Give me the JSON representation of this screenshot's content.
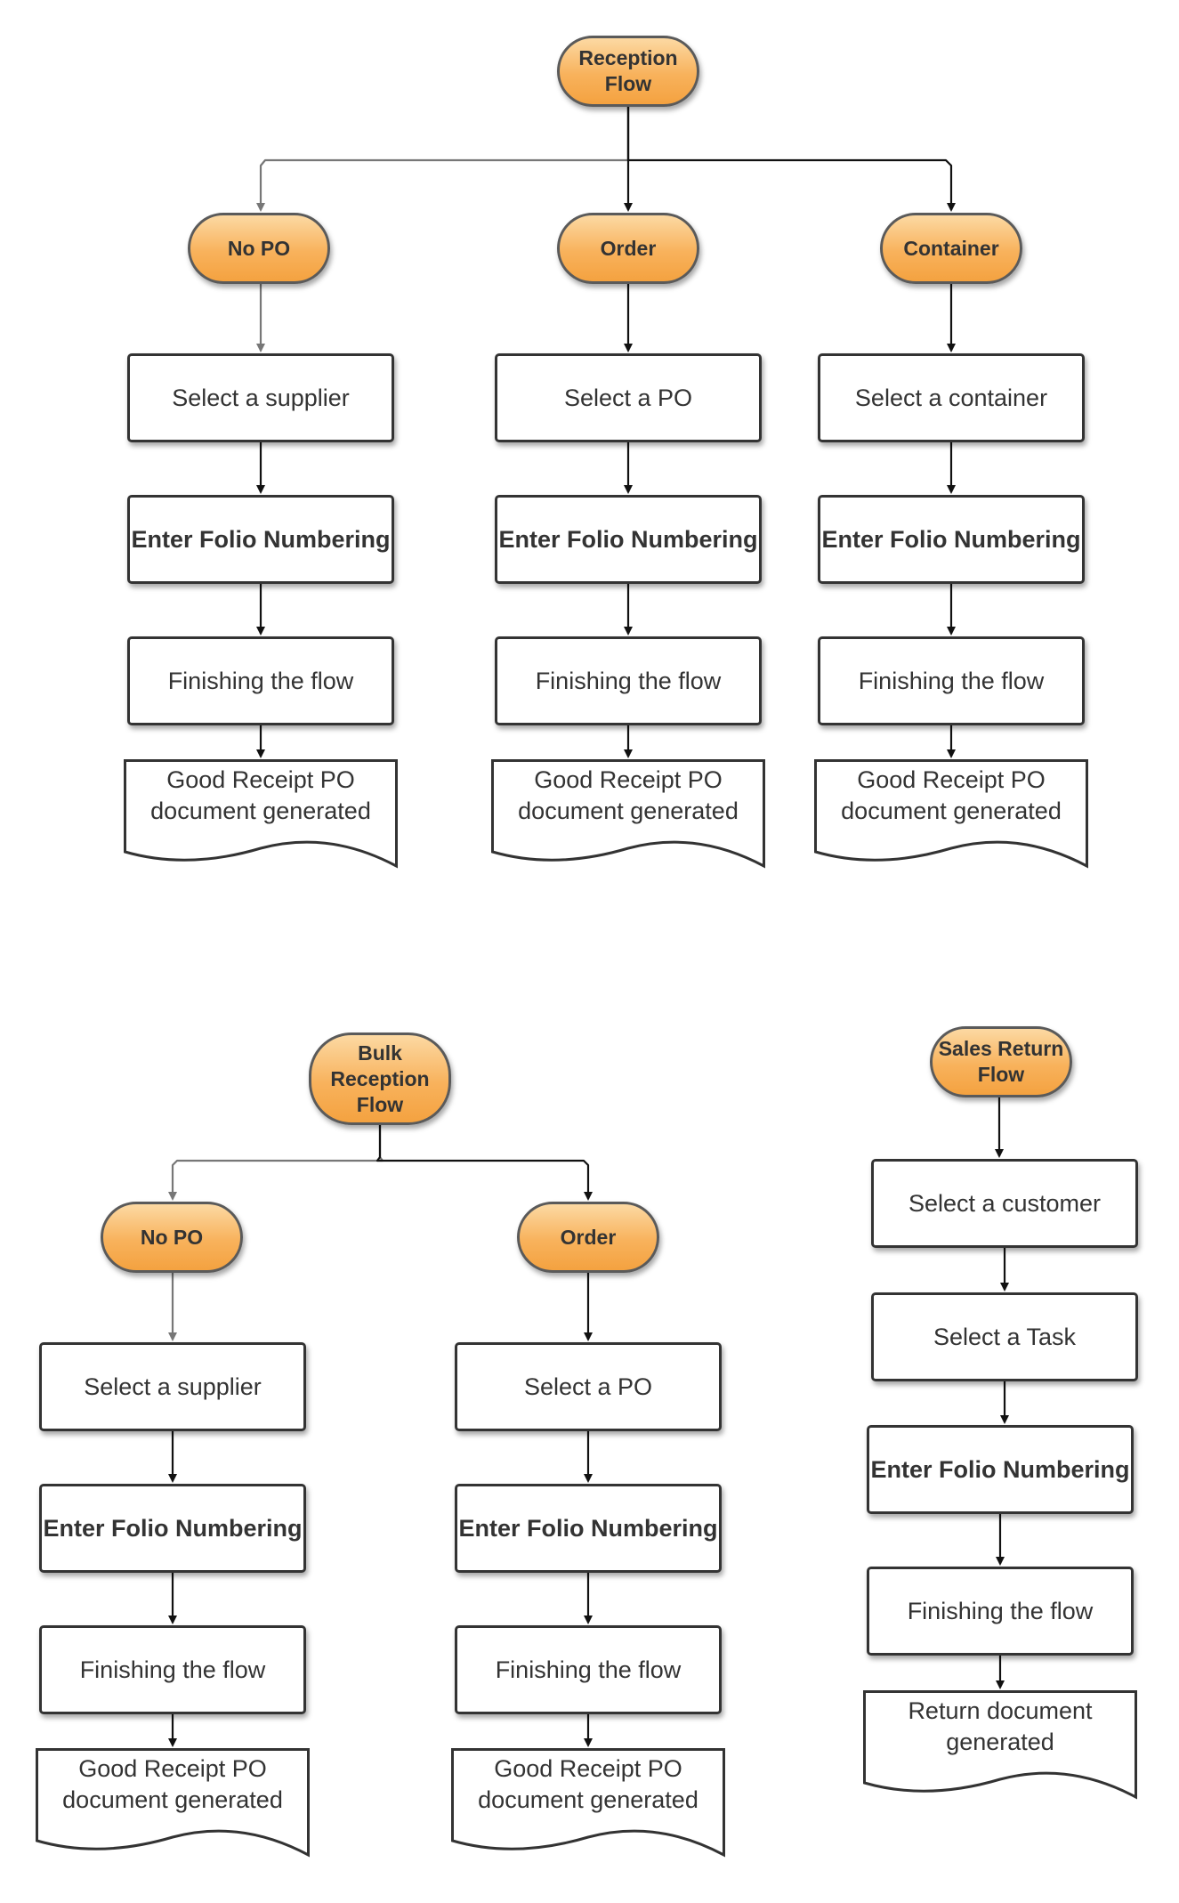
{
  "reception": {
    "start": "Reception Flow",
    "branches": [
      {
        "name": "No PO",
        "step1": "Select a supplier",
        "step2": "Enter Folio Numbering",
        "step3": "Finishing the flow",
        "output": "Good Receipt PO document generated"
      },
      {
        "name": "Order",
        "step1": "Select a PO",
        "step2": "Enter Folio Numbering",
        "step3": "Finishing the flow",
        "output": "Good Receipt PO document generated"
      },
      {
        "name": "Container",
        "step1": "Select a container",
        "step2": "Enter Folio Numbering",
        "step3": "Finishing the flow",
        "output": "Good Receipt PO document generated"
      }
    ]
  },
  "bulk": {
    "start": "Bulk Reception Flow",
    "branches": [
      {
        "name": "No PO",
        "step1": "Select a supplier",
        "step2": "Enter Folio Numbering",
        "step3": "Finishing the flow",
        "output": "Good Receipt PO document generated"
      },
      {
        "name": "Order",
        "step1": "Select a PO",
        "step2": "Enter Folio Numbering",
        "step3": "Finishing the flow",
        "output": "Good Receipt PO document generated"
      }
    ]
  },
  "sales_return": {
    "start": "Sales Return Flow",
    "step1": "Select a customer",
    "step2": "Select a Task",
    "step3": "Enter Folio Numbering",
    "step4": "Finishing the flow",
    "output": "Return document generated"
  }
}
